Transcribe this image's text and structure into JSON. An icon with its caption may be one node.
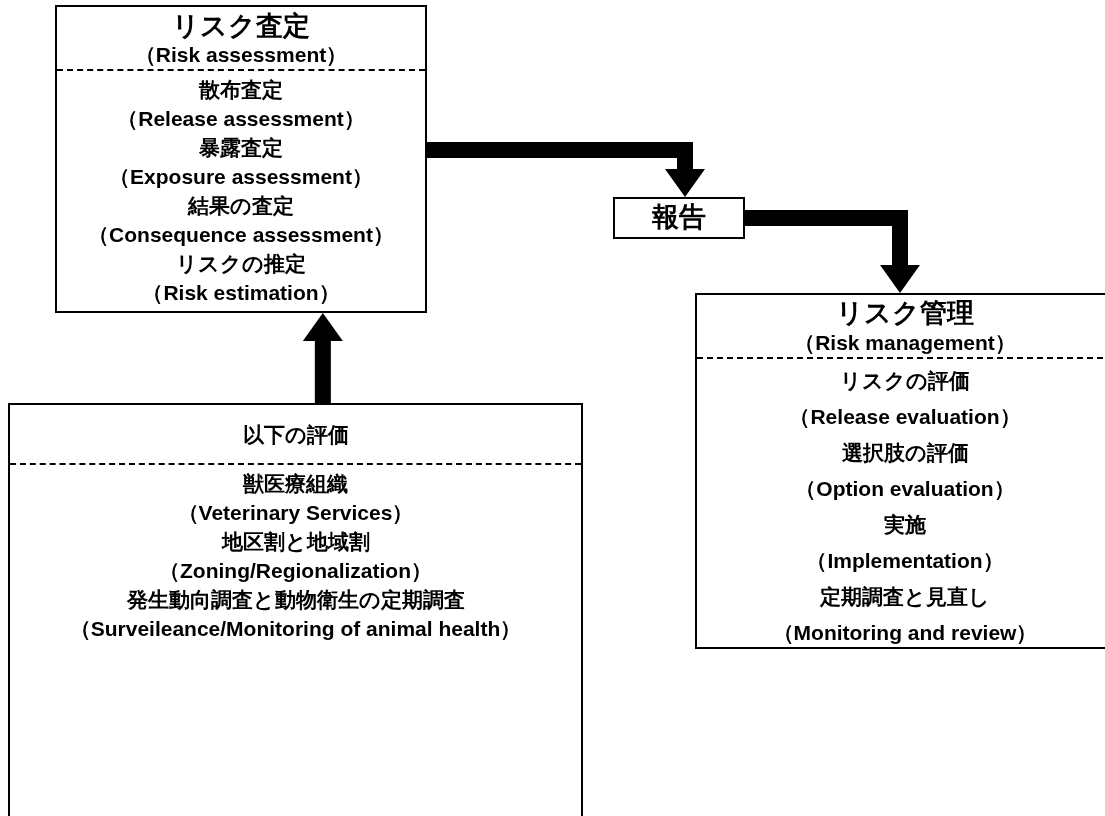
{
  "diagram": {
    "nodes": [
      {
        "text": [
          "リスク査定",
          "（Risk assessment）",
          "散布査定",
          "（Release assessment）",
          "暴露査定",
          "（Exposure assessment）",
          "結果の査定",
          "（Consequence assessment）",
          "リスクの推定",
          "（Risk estimation）"
        ]
      },
      {
        "text": [
          "報告"
        ]
      },
      {
        "text": [
          "リスク管理",
          "（Risk management）",
          "リスクの評価",
          "（Release evaluation）",
          "選択肢の評価",
          "（Option evaluation）",
          "実施",
          "（Implementation）",
          "定期調査と見直し",
          "（Monitoring and review）"
        ]
      },
      {
        "text": [
          "以下の評価",
          "獣医療組織",
          "（Veterinary Services）",
          "地区割と地域割",
          "（Zoning/Regionalization）",
          "発生動向調査と動物衛生の定期調査",
          "（Surveileance/Monitoring of animal health）"
        ]
      }
    ],
    "edges": [
      {
        "from": 0,
        "to": 1,
        "arrow": "to",
        "style": "thick"
      },
      {
        "from": 1,
        "to": 2,
        "arrow": "to",
        "style": "thick"
      },
      {
        "from": 3,
        "to": 0,
        "arrow": "to",
        "style": "thick"
      }
    ]
  }
}
